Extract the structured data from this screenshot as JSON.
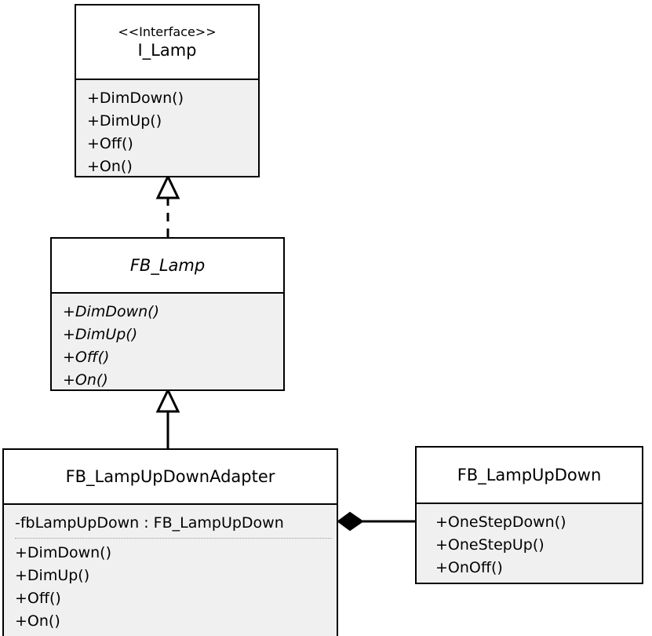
{
  "diagram": {
    "type": "uml-class-diagram",
    "background_color": "#ffffff",
    "line_color": "#000000",
    "compartment_color": "#f0f0f0",
    "header_color": "#ffffff"
  },
  "classes": {
    "i_lamp": {
      "stereotype": "<<Interface>>",
      "name": "I_Lamp",
      "abstract": false,
      "operations": [
        "+DimDown()",
        "+DimUp()",
        "+Off()",
        "+On()"
      ]
    },
    "fb_lamp": {
      "name": "FB_Lamp",
      "abstract": true,
      "operations": [
        "+DimDown()",
        "+DimUp()",
        "+Off()",
        "+On()"
      ]
    },
    "fb_lamp_updown_adapter": {
      "name": "FB_LampUpDownAdapter",
      "abstract": false,
      "attributes": [
        "-fbLampUpDown : FB_LampUpDown"
      ],
      "operations": [
        "+DimDown()",
        "+DimUp()",
        "+Off()",
        "+On()"
      ]
    },
    "fb_lamp_updown": {
      "name": "FB_LampUpDown",
      "abstract": false,
      "operations": [
        "+OneStepDown()",
        "+OneStepUp()",
        "+OnOff()"
      ]
    }
  },
  "relationships": [
    {
      "id": "realization-fblamp-ilamp",
      "kind": "realization",
      "from": "fb_lamp",
      "to": "i_lamp",
      "line_style": "dashed",
      "arrow_head": "hollow-triangle"
    },
    {
      "id": "generalization-adapter-fblamp",
      "kind": "generalization",
      "from": "fb_lamp_updown_adapter",
      "to": "fb_lamp",
      "line_style": "solid",
      "arrow_head": "hollow-triangle"
    },
    {
      "id": "composition-adapter-updown",
      "kind": "composition",
      "from": "fb_lamp_updown_adapter",
      "to": "fb_lamp_updown",
      "line_style": "solid",
      "arrow_head": "filled-diamond"
    }
  ]
}
